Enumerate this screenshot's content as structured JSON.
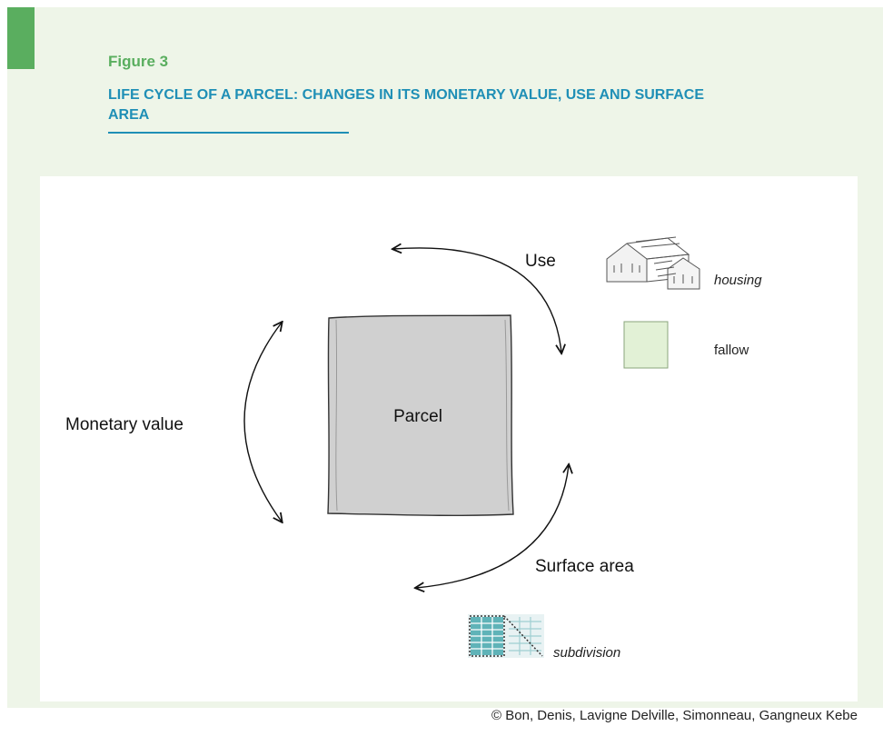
{
  "header": {
    "figure_label": "Figure 3",
    "title": "LIFE CYCLE OF A PARCEL: CHANGES IN ITS MONETARY VALUE, USE AND SURFACE AREA"
  },
  "diagram": {
    "center_label": "Parcel",
    "monetary_label": "Monetary value",
    "use_label": "Use",
    "surface_label": "Surface area",
    "legend": {
      "housing": "housing",
      "fallow": "fallow",
      "subdivision": "subdivision"
    }
  },
  "caption": "© Bon, Denis, Lavigne Delville, Simonneau, Gangneux Kebe",
  "colors": {
    "panel_bg": "#eef5e8",
    "accent_green": "#5aae5f",
    "title_blue": "#1f8fb6",
    "parcel_fill": "#d0d0d0",
    "fallow_fill": "#e2f1d6"
  }
}
